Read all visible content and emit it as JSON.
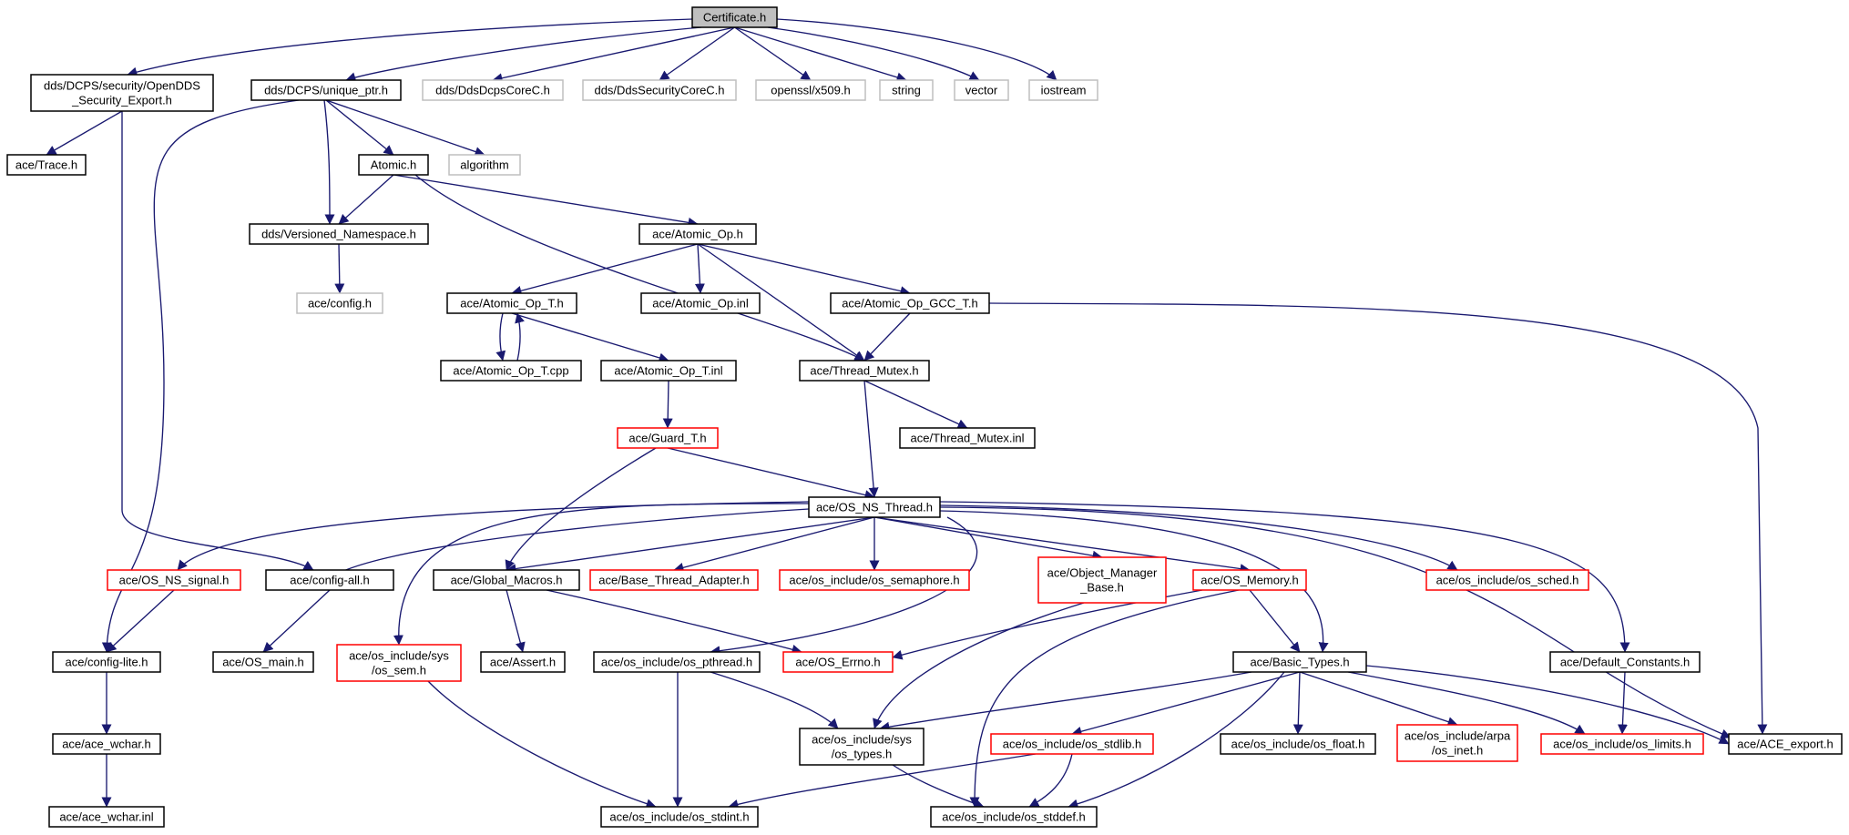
{
  "colors": {
    "background": "#ffffff",
    "edge": "#191970",
    "border_default": "#000000",
    "border_truncated": "#ff0000",
    "border_external": "#bfbfbf",
    "fill_root": "#bfbfbf",
    "fill_default": "#ffffff"
  },
  "nodes": [
    {
      "id": "cert",
      "lines": [
        "Certificate.h"
      ],
      "kind": "root"
    },
    {
      "id": "secexp",
      "lines": [
        "dds/DCPS/security/OpenDDS",
        "_Security_Export.h"
      ],
      "kind": "default"
    },
    {
      "id": "uptr",
      "lines": [
        "dds/DCPS/unique_ptr.h"
      ],
      "kind": "default"
    },
    {
      "id": "ddsdcps",
      "lines": [
        "dds/DdsDcpsCoreC.h"
      ],
      "kind": "external"
    },
    {
      "id": "ddssec",
      "lines": [
        "dds/DdsSecurityCoreC.h"
      ],
      "kind": "external"
    },
    {
      "id": "x509",
      "lines": [
        "openssl/x509.h"
      ],
      "kind": "external"
    },
    {
      "id": "string",
      "lines": [
        "string"
      ],
      "kind": "external"
    },
    {
      "id": "vector",
      "lines": [
        "vector"
      ],
      "kind": "external"
    },
    {
      "id": "iostream",
      "lines": [
        "iostream"
      ],
      "kind": "external"
    },
    {
      "id": "trace",
      "lines": [
        "ace/Trace.h"
      ],
      "kind": "default"
    },
    {
      "id": "atomic",
      "lines": [
        "Atomic.h"
      ],
      "kind": "default"
    },
    {
      "id": "algorithm",
      "lines": [
        "algorithm"
      ],
      "kind": "external"
    },
    {
      "id": "versioned",
      "lines": [
        "dds/Versioned_Namespace.h"
      ],
      "kind": "default"
    },
    {
      "id": "atomicop",
      "lines": [
        "ace/Atomic_Op.h"
      ],
      "kind": "default"
    },
    {
      "id": "config",
      "lines": [
        "ace/config.h"
      ],
      "kind": "external"
    },
    {
      "id": "atomicopT",
      "lines": [
        "ace/Atomic_Op_T.h"
      ],
      "kind": "default"
    },
    {
      "id": "atomicopinl",
      "lines": [
        "ace/Atomic_Op.inl"
      ],
      "kind": "default"
    },
    {
      "id": "gcc",
      "lines": [
        "ace/Atomic_Op_GCC_T.h"
      ],
      "kind": "default"
    },
    {
      "id": "atomicopTcpp",
      "lines": [
        "ace/Atomic_Op_T.cpp"
      ],
      "kind": "default"
    },
    {
      "id": "atomicopTinl",
      "lines": [
        "ace/Atomic_Op_T.inl"
      ],
      "kind": "default"
    },
    {
      "id": "threadmutex",
      "lines": [
        "ace/Thread_Mutex.h"
      ],
      "kind": "default"
    },
    {
      "id": "guard",
      "lines": [
        "ace/Guard_T.h"
      ],
      "kind": "truncated"
    },
    {
      "id": "threadmutexinl",
      "lines": [
        "ace/Thread_Mutex.inl"
      ],
      "kind": "default"
    },
    {
      "id": "osnsthread",
      "lines": [
        "ace/OS_NS_Thread.h"
      ],
      "kind": "default"
    },
    {
      "id": "osnssignal",
      "lines": [
        "ace/OS_NS_signal.h"
      ],
      "kind": "truncated"
    },
    {
      "id": "configall",
      "lines": [
        "ace/config-all.h"
      ],
      "kind": "default"
    },
    {
      "id": "globalmacros",
      "lines": [
        "ace/Global_Macros.h"
      ],
      "kind": "default"
    },
    {
      "id": "basethread",
      "lines": [
        "ace/Base_Thread_Adapter.h"
      ],
      "kind": "truncated"
    },
    {
      "id": "ossemaphore",
      "lines": [
        "ace/os_include/os_semaphore.h"
      ],
      "kind": "truncated"
    },
    {
      "id": "objmgr",
      "lines": [
        "ace/Object_Manager",
        "_Base.h"
      ],
      "kind": "truncated"
    },
    {
      "id": "osmemory",
      "lines": [
        "ace/OS_Memory.h"
      ],
      "kind": "truncated"
    },
    {
      "id": "ossched",
      "lines": [
        "ace/os_include/os_sched.h"
      ],
      "kind": "truncated"
    },
    {
      "id": "configlite",
      "lines": [
        "ace/config-lite.h"
      ],
      "kind": "default"
    },
    {
      "id": "osmain",
      "lines": [
        "ace/OS_main.h"
      ],
      "kind": "default"
    },
    {
      "id": "ossem",
      "lines": [
        "ace/os_include/sys",
        "/os_sem.h"
      ],
      "kind": "truncated"
    },
    {
      "id": "assert",
      "lines": [
        "ace/Assert.h"
      ],
      "kind": "default"
    },
    {
      "id": "ospthread",
      "lines": [
        "ace/os_include/os_pthread.h"
      ],
      "kind": "default"
    },
    {
      "id": "oserrno",
      "lines": [
        "ace/OS_Errno.h"
      ],
      "kind": "truncated"
    },
    {
      "id": "basictypes",
      "lines": [
        "ace/Basic_Types.h"
      ],
      "kind": "default"
    },
    {
      "id": "defconst",
      "lines": [
        "ace/Default_Constants.h"
      ],
      "kind": "default"
    },
    {
      "id": "acewchar",
      "lines": [
        "ace/ace_wchar.h"
      ],
      "kind": "default"
    },
    {
      "id": "ostypes",
      "lines": [
        "ace/os_include/sys",
        "/os_types.h"
      ],
      "kind": "default"
    },
    {
      "id": "osstdlib",
      "lines": [
        "ace/os_include/os_stdlib.h"
      ],
      "kind": "truncated"
    },
    {
      "id": "osfloat",
      "lines": [
        "ace/os_include/os_float.h"
      ],
      "kind": "default"
    },
    {
      "id": "osinet",
      "lines": [
        "ace/os_include/arpa",
        "/os_inet.h"
      ],
      "kind": "truncated"
    },
    {
      "id": "oslimits",
      "lines": [
        "ace/os_include/os_limits.h"
      ],
      "kind": "truncated"
    },
    {
      "id": "aceexport",
      "lines": [
        "ace/ACE_export.h"
      ],
      "kind": "default"
    },
    {
      "id": "acewcharinl",
      "lines": [
        "ace/ace_wchar.inl"
      ],
      "kind": "default"
    },
    {
      "id": "osstdint",
      "lines": [
        "ace/os_include/os_stdint.h"
      ],
      "kind": "default"
    },
    {
      "id": "osstddef",
      "lines": [
        "ace/os_include/os_stddef.h"
      ],
      "kind": "default"
    }
  ],
  "edges": [
    [
      "cert",
      "secexp"
    ],
    [
      "cert",
      "uptr"
    ],
    [
      "cert",
      "ddsdcps"
    ],
    [
      "cert",
      "ddssec"
    ],
    [
      "cert",
      "x509"
    ],
    [
      "cert",
      "string"
    ],
    [
      "cert",
      "vector"
    ],
    [
      "cert",
      "iostream"
    ],
    [
      "secexp",
      "trace"
    ],
    [
      "secexp",
      "configall"
    ],
    [
      "uptr",
      "atomic"
    ],
    [
      "uptr",
      "algorithm"
    ],
    [
      "uptr",
      "versioned"
    ],
    [
      "uptr",
      "configlite"
    ],
    [
      "atomic",
      "versioned"
    ],
    [
      "atomic",
      "atomicop"
    ],
    [
      "atomic",
      "threadmutex"
    ],
    [
      "versioned",
      "config"
    ],
    [
      "atomicop",
      "atomicopT"
    ],
    [
      "atomicop",
      "atomicopinl"
    ],
    [
      "atomicop",
      "gcc"
    ],
    [
      "atomicop",
      "threadmutex"
    ],
    [
      "atomicopT",
      "atomicopTcpp"
    ],
    [
      "atomicopTcpp",
      "atomicopT"
    ],
    [
      "atomicopT",
      "atomicopTinl"
    ],
    [
      "gcc",
      "threadmutex"
    ],
    [
      "gcc",
      "aceexport"
    ],
    [
      "atomicopTinl",
      "guard"
    ],
    [
      "threadmutex",
      "osnsthread"
    ],
    [
      "threadmutex",
      "threadmutexinl"
    ],
    [
      "guard",
      "osnsthread"
    ],
    [
      "guard",
      "globalmacros"
    ],
    [
      "osnsthread",
      "osnssignal"
    ],
    [
      "osnsthread",
      "configall"
    ],
    [
      "osnsthread",
      "ossem"
    ],
    [
      "osnsthread",
      "globalmacros"
    ],
    [
      "osnsthread",
      "basethread"
    ],
    [
      "osnsthread",
      "ossemaphore"
    ],
    [
      "osnsthread",
      "ospthread"
    ],
    [
      "osnsthread",
      "objmgr"
    ],
    [
      "osnsthread",
      "osmemory"
    ],
    [
      "osnsthread",
      "basictypes"
    ],
    [
      "osnsthread",
      "ossched"
    ],
    [
      "osnsthread",
      "aceexport"
    ],
    [
      "osnsthread",
      "defconst"
    ],
    [
      "osnssignal",
      "configlite"
    ],
    [
      "configall",
      "osmain"
    ],
    [
      "globalmacros",
      "assert"
    ],
    [
      "globalmacros",
      "oserrno"
    ],
    [
      "objmgr",
      "ostypes"
    ],
    [
      "osmemory",
      "oserrno"
    ],
    [
      "osmemory",
      "basictypes"
    ],
    [
      "osmemory",
      "osstddef"
    ],
    [
      "configlite",
      "acewchar"
    ],
    [
      "acewchar",
      "acewcharinl"
    ],
    [
      "ossem",
      "osstdint"
    ],
    [
      "ospthread",
      "osstdint"
    ],
    [
      "ospthread",
      "ostypes"
    ],
    [
      "basictypes",
      "ostypes"
    ],
    [
      "basictypes",
      "osstdlib"
    ],
    [
      "basictypes",
      "osstddef"
    ],
    [
      "basictypes",
      "osfloat"
    ],
    [
      "basictypes",
      "osinet"
    ],
    [
      "basictypes",
      "oslimits"
    ],
    [
      "basictypes",
      "aceexport"
    ],
    [
      "defconst",
      "oslimits"
    ],
    [
      "ostypes",
      "osstddef"
    ],
    [
      "osstdlib",
      "osstdint"
    ],
    [
      "osstdlib",
      "osstddef"
    ]
  ]
}
